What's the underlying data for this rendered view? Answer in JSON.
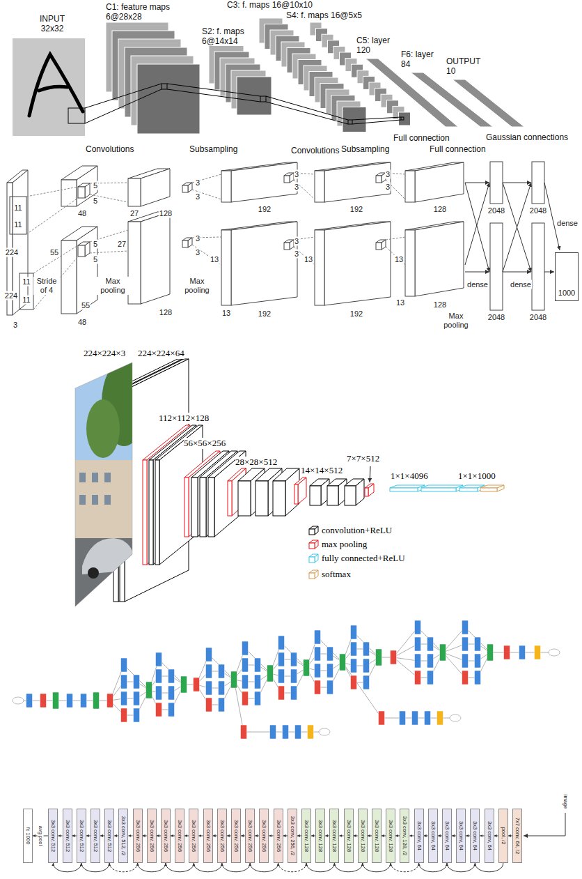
{
  "diagram": {
    "nodes": [
      {
        "text": [
          "1000"
        ]
      },
      {
        "text": [
          "7x7 conv, 64, /2"
        ]
      },
      {
        "text": [
          "pool, /2"
        ]
      },
      {
        "text": [
          "3x3 conv, 64"
        ]
      },
      {
        "text": [
          "3x3 conv, 64"
        ]
      },
      {
        "text": [
          "3x3 conv, 64"
        ]
      },
      {
        "text": [
          "3x3 conv, 64"
        ]
      },
      {
        "text": [
          "3x3 conv, 64"
        ]
      },
      {
        "text": [
          "3x3 conv, 64"
        ]
      },
      {
        "text": [
          "3x3 conv, 128, /2"
        ]
      },
      {
        "text": [
          "3x3 conv, 128"
        ]
      },
      {
        "text": [
          "3x3 conv, 128"
        ]
      },
      {
        "text": [
          "3x3 conv, 128"
        ]
      },
      {
        "text": [
          "3x3 conv, 128"
        ]
      },
      {
        "text": [
          "3x3 conv, 128"
        ]
      },
      {
        "text": [
          "3x3 conv, 128"
        ]
      },
      {
        "text": [
          "3x3 conv, 128"
        ]
      },
      {
        "text": [
          "3x3 conv, 256, /2"
        ]
      },
      {
        "text": [
          "3x3 conv, 256"
        ]
      },
      {
        "text": [
          "3x3 conv, 256"
        ]
      },
      {
        "text": [
          "3x3 conv, 256"
        ]
      },
      {
        "text": [
          "3x3 conv, 256"
        ]
      },
      {
        "text": [
          "3x3 conv, 256"
        ]
      },
      {
        "text": [
          "3x3 conv, 256"
        ]
      },
      {
        "text": [
          "3x3 conv, 256"
        ]
      },
      {
        "text": [
          "3x3 conv, 256"
        ]
      },
      {
        "text": [
          "3x3 conv, 256"
        ]
      },
      {
        "text": [
          "3x3 conv, 256"
        ]
      },
      {
        "text": [
          "3x3 conv, 256"
        ]
      },
      {
        "text": [
          "3x3 conv, 512, /2"
        ]
      },
      {
        "text": [
          "3x3 conv, 512"
        ]
      },
      {
        "text": [
          "3x3 conv, 512"
        ]
      },
      {
        "text": [
          "3x3 conv, 512"
        ]
      },
      {
        "text": [
          "3x3 conv, 512"
        ]
      },
      {
        "text": [
          "3x3 conv, 512"
        ]
      },
      {
        "text": [
          "fc 1000"
        ]
      }
    ],
    "edges": [
      {
        "from": 1,
        "to": 2,
        "arrow": "to"
      },
      {
        "from": 2,
        "to": 3,
        "arrow": "to"
      },
      {
        "from": 3,
        "to": 4,
        "arrow": "to"
      },
      {
        "from": 4,
        "to": 5,
        "arrow": "to"
      },
      {
        "from": 5,
        "to": 6,
        "arrow": "to"
      },
      {
        "from": 6,
        "to": 7,
        "arrow": "to"
      },
      {
        "from": 7,
        "to": 8,
        "arrow": "to"
      },
      {
        "from": 8,
        "to": 9,
        "arrow": "to"
      },
      {
        "from": 9,
        "to": 10,
        "arrow": "to"
      },
      {
        "from": 10,
        "to": 11,
        "arrow": "to"
      },
      {
        "from": 11,
        "to": 12,
        "arrow": "to"
      },
      {
        "from": 12,
        "to": 13,
        "arrow": "to"
      },
      {
        "from": 13,
        "to": 14,
        "arrow": "to"
      },
      {
        "from": 14,
        "to": 15,
        "arrow": "to"
      },
      {
        "from": 15,
        "to": 16,
        "arrow": "to"
      },
      {
        "from": 16,
        "to": 17,
        "arrow": "to"
      },
      {
        "from": 17,
        "to": 18,
        "arrow": "to"
      },
      {
        "from": 18,
        "to": 19,
        "arrow": "to"
      },
      {
        "from": 19,
        "to": 20,
        "arrow": "to"
      },
      {
        "from": 20,
        "to": 21,
        "arrow": "to"
      },
      {
        "from": 21,
        "to": 22,
        "arrow": "to"
      },
      {
        "from": 22,
        "to": 23,
        "arrow": "to"
      },
      {
        "from": 23,
        "to": 24,
        "arrow": "to"
      },
      {
        "from": 24,
        "to": 25,
        "arrow": "to"
      },
      {
        "from": 25,
        "to": 26,
        "arrow": "to"
      },
      {
        "from": 26,
        "to": 27,
        "arrow": "to"
      },
      {
        "from": 27,
        "to": 28,
        "arrow": "to"
      },
      {
        "from": 28,
        "to": 29,
        "arrow": "to"
      },
      {
        "from": 29,
        "to": 30,
        "arrow": "to"
      },
      {
        "from": 30,
        "to": 31,
        "arrow": "to"
      },
      {
        "from": 31,
        "to": 32,
        "arrow": "to"
      },
      {
        "from": 32,
        "to": 33,
        "arrow": "to"
      },
      {
        "from": 33,
        "to": 34,
        "arrow": "to"
      },
      {
        "from": 34,
        "to": 35,
        "label": "avg pool",
        "arrow": "to"
      },
      {
        "from": 2,
        "to": 4,
        "arrow": "to"
      },
      {
        "from": 4,
        "to": 6,
        "arrow": "to"
      },
      {
        "from": 6,
        "to": 8,
        "arrow": "to"
      },
      {
        "from": 8,
        "to": 10,
        "arrow": "to"
      },
      {
        "from": 10,
        "to": 12,
        "arrow": "to"
      },
      {
        "from": 12,
        "to": 14,
        "arrow": "to"
      },
      {
        "from": 14,
        "to": 16,
        "arrow": "to"
      },
      {
        "from": 16,
        "to": 18,
        "arrow": "to"
      },
      {
        "from": 18,
        "to": 20,
        "arrow": "to"
      },
      {
        "from": 20,
        "to": 22,
        "arrow": "to"
      },
      {
        "from": 22,
        "to": 24,
        "arrow": "to"
      },
      {
        "from": 24,
        "to": 26,
        "arrow": "to"
      },
      {
        "from": 26,
        "to": 28,
        "arrow": "to"
      },
      {
        "from": 28,
        "to": 30,
        "arrow": "to"
      },
      {
        "from": 30,
        "to": 32,
        "arrow": "to"
      },
      {
        "from": 32,
        "to": 34,
        "arrow": "to"
      }
    ],
    "labels": [
      "INPUT 32x32",
      "C1: feature maps 6@28x28",
      "C3: f. maps 16@10x10",
      "S4: f. maps 16@5x5",
      "S2: f. maps 6@14x14",
      "C5: layer 120",
      "F6: layer 84",
      "OUTPUT 10",
      "Convolutions",
      "Subsampling",
      "Convolutions",
      "Subsampling",
      "Full connection",
      "Full connection",
      "Gaussian connections",
      "11",
      "11",
      "224",
      "224",
      "11",
      "11",
      "Stride of 4",
      "3",
      "55",
      "55",
      "48",
      "48",
      "5",
      "5",
      "5",
      "5",
      "Max pooling",
      "27",
      "128",
      "27",
      "128",
      "3",
      "3",
      "3",
      "3",
      "Max pooling",
      "13",
      "13",
      "192",
      "192",
      "3",
      "3",
      "3",
      "3",
      "13",
      "192",
      "192",
      "3",
      "3",
      "13",
      "13",
      "128",
      "128",
      "Max pooling",
      "2048",
      "2048",
      "2048",
      "2048",
      "dense",
      "dense",
      "dense",
      "224×224×3",
      "224×224×64",
      "112×112×128",
      "56×56×256",
      "28×28×512",
      "14×14×512",
      "7×7×512",
      "1×1×4096",
      "1×1×1000",
      "image"
    ],
    "legend": [
      {
        "text": "convolution+ReLU",
        "color": "#000000"
      },
      {
        "text": "max pooling",
        "color": "#e8141b"
      },
      {
        "text": "fully connected+ReLU",
        "color": "#3cc6e8"
      },
      {
        "text": "softmax",
        "color": "#d99a4e"
      }
    ]
  }
}
